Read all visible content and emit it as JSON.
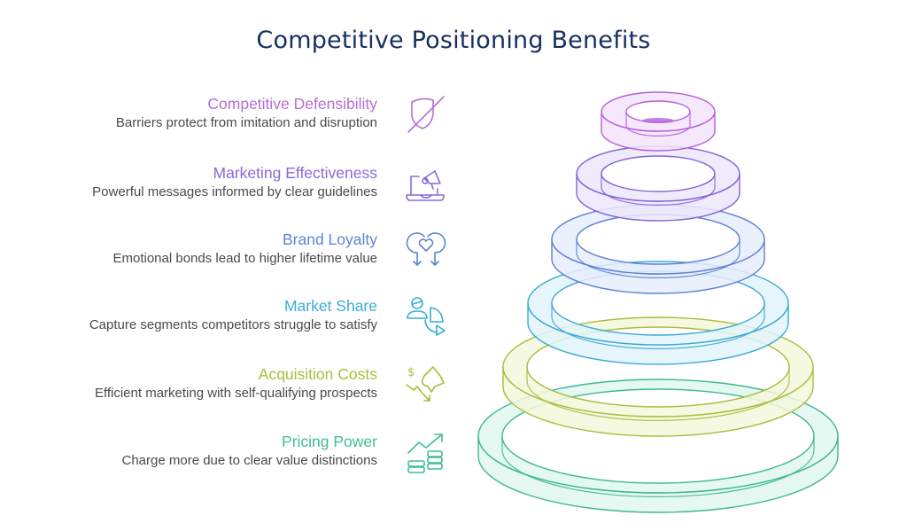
{
  "title": "Competitive Positioning Benefits",
  "colors": {
    "title": "#17305e",
    "description": "#4a4a4a"
  },
  "items": [
    {
      "name": "Competitive Defensibility",
      "description": "Barriers protect from imitation and disruption",
      "icon": "shield-slash-icon",
      "color": "#b56fd6",
      "ring_stroke": "#b45fd8",
      "ring_fill": "#f3e4fb"
    },
    {
      "name": "Marketing Effectiveness",
      "description": "Powerful messages informed by clear guidelines",
      "icon": "laptop-megaphone-icon",
      "color": "#8a6ad8",
      "ring_stroke": "#8463d6",
      "ring_fill": "#ece7fb"
    },
    {
      "name": "Brand Loyalty",
      "description": "Emotional bonds lead to higher lifetime value",
      "icon": "heart-bond-icon",
      "color": "#5b84d2",
      "ring_stroke": "#5e7fd4",
      "ring_fill": "#e6edfb"
    },
    {
      "name": "Market Share",
      "description": "Capture segments competitors struggle to satisfy",
      "icon": "user-pie-chart-icon",
      "color": "#3aaed3",
      "ring_stroke": "#3aa9d2",
      "ring_fill": "#e3f4fb"
    },
    {
      "name": "Acquisition Costs",
      "description": "Efficient marketing with self-qualifying prospects",
      "icon": "dollar-down-megaphone-icon",
      "color": "#a8be3a",
      "ring_stroke": "#a9bb3c",
      "ring_fill": "#f3f8dc"
    },
    {
      "name": "Pricing Power",
      "description": "Charge more due to clear value distinctions",
      "icon": "coins-growth-icon",
      "color": "#3fbf8e",
      "ring_stroke": "#3fb88e",
      "ring_fill": "#e0f7ee"
    }
  ]
}
